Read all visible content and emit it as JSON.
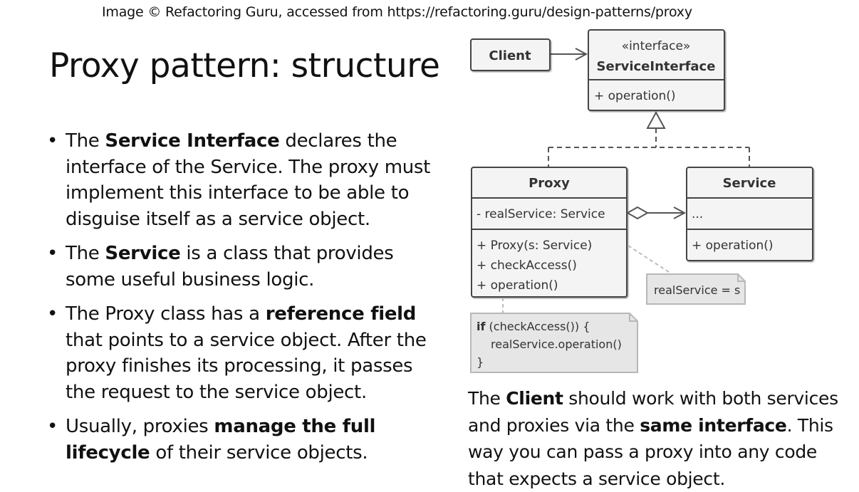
{
  "credit": "Image © Refactoring Guru, accessed from https://refactoring.guru/design-patterns/proxy",
  "title": "Proxy pattern: structure",
  "bullets": [
    {
      "lines": [
        [
          {
            "t": "The "
          },
          {
            "t": "Service Interface",
            "b": true
          },
          {
            "t": " declares the"
          }
        ],
        [
          {
            "t": "interface of the Service. The proxy must"
          }
        ],
        [
          {
            "t": "implement this interface to be able to"
          }
        ],
        [
          {
            "t": "disguise itself as a service object."
          }
        ]
      ]
    },
    {
      "lines": [
        [
          {
            "t": "The "
          },
          {
            "t": "Service",
            "b": true
          },
          {
            "t": " is a class that provides"
          }
        ],
        [
          {
            "t": "some useful business logic."
          }
        ]
      ]
    },
    {
      "lines": [
        [
          {
            "t": "The Proxy class has a "
          },
          {
            "t": "reference field",
            "b": true
          }
        ],
        [
          {
            "t": "that points to a service object. After the"
          }
        ],
        [
          {
            "t": "proxy finishes its processing, it passes"
          }
        ],
        [
          {
            "t": "the request to the service object."
          }
        ]
      ]
    },
    {
      "lines": [
        [
          {
            "t": "Usually, proxies "
          },
          {
            "t": "manage the full",
            "b": true
          }
        ],
        [
          {
            "t": "lifecycle",
            "b": true
          },
          {
            "t": " of their service objects."
          }
        ]
      ]
    }
  ],
  "diagram": {
    "client": {
      "name": "Client"
    },
    "service_interface": {
      "stereotype": "«interface»",
      "name": "ServiceInterface",
      "method": "+ operation()"
    },
    "proxy": {
      "name": "Proxy",
      "field": "- realService: Service",
      "methods": [
        "+ Proxy(s: Service)",
        "+ checkAccess()",
        "+ operation()"
      ]
    },
    "service": {
      "name": "Service",
      "field": "...",
      "method": "+ operation()"
    },
    "note_constructor": "realService = s",
    "note_operation": {
      "keyword": "if",
      "line1_rest": " (checkAccess()) {",
      "line2": "realService.operation()",
      "line3": "}"
    }
  },
  "bottom_text": {
    "lines": [
      [
        {
          "t": "The "
        },
        {
          "t": "Client",
          "b": true
        },
        {
          "t": " should work with both services"
        }
      ],
      [
        {
          "t": "and proxies via the "
        },
        {
          "t": "same interface",
          "b": true
        },
        {
          "t": ". This"
        }
      ],
      [
        {
          "t": "way you can pass a proxy into any code"
        }
      ],
      [
        {
          "t": "that expects a service object."
        }
      ]
    ]
  },
  "colors": {
    "box_fill": "#f4f4f4",
    "box_stroke": "#444444",
    "note_fill": "#e6e6e6",
    "note_stroke": "#b8b8b8",
    "text": "#111111"
  }
}
